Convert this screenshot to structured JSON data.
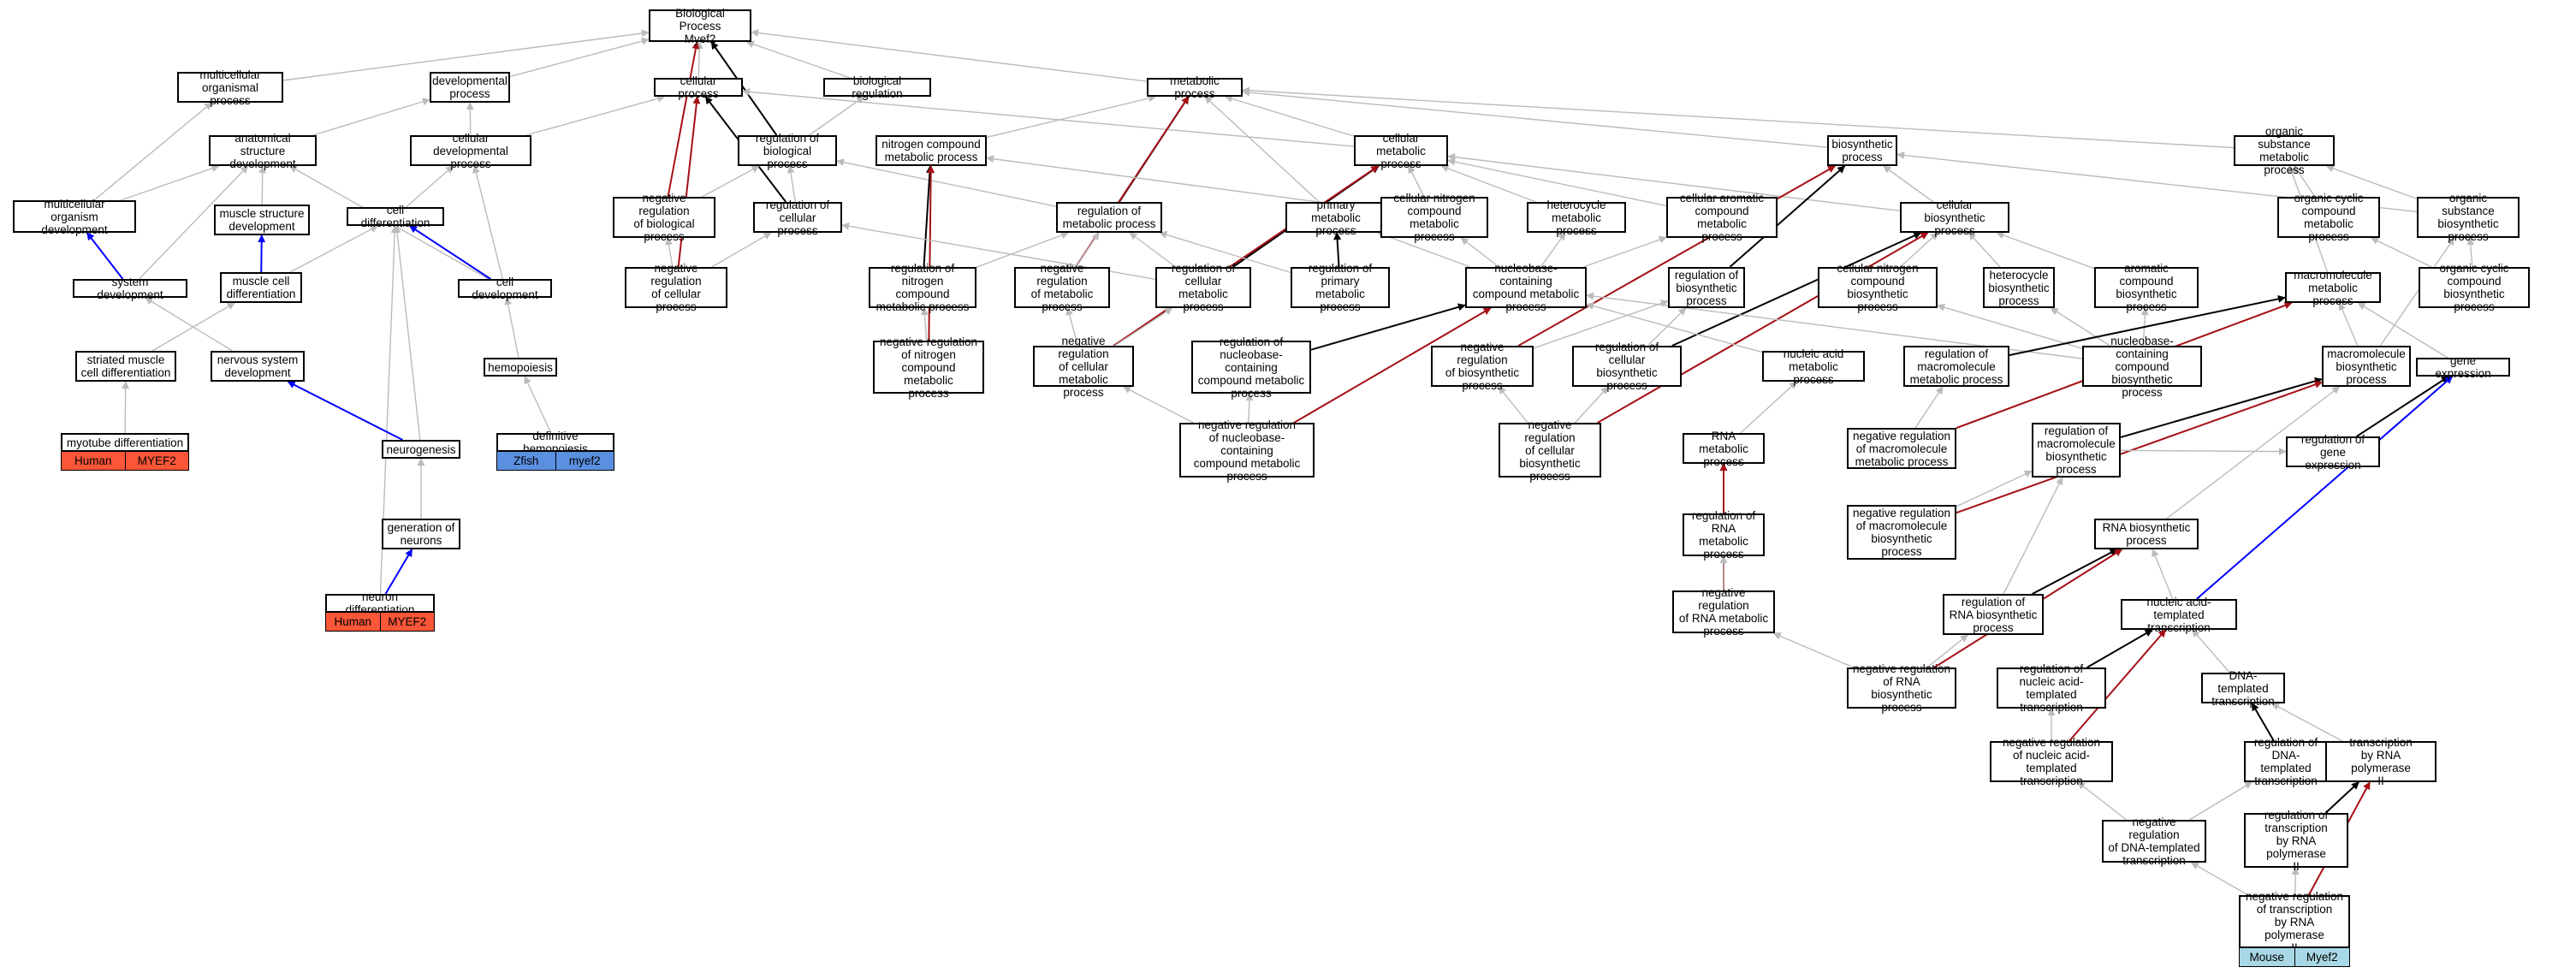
{
  "colors": {
    "is_a": "#bbbbbb",
    "part_of": "#000000",
    "neg_regulates": "#a50f15",
    "pos_regulates": "#0000ff",
    "human": "#fa5637",
    "mouse": "#a8d8e6",
    "zfish": "#5b8fe0"
  },
  "nodes": [
    {
      "id": "bp",
      "label": "Biological Process\nMyef2"
    },
    {
      "id": "mop",
      "label": "multicellular\norganismal process"
    },
    {
      "id": "devp",
      "label": "developmental\nprocess"
    },
    {
      "id": "cellp",
      "label": "cellular process"
    },
    {
      "id": "bioreg",
      "label": "biological regulation"
    },
    {
      "id": "metp",
      "label": "metabolic process"
    },
    {
      "id": "asd",
      "label": "anatomical structure\ndevelopment"
    },
    {
      "id": "cdp",
      "label": "cellular developmental\nprocess"
    },
    {
      "id": "regbp",
      "label": "regulation of\nbiological process"
    },
    {
      "id": "ncmp",
      "label": "nitrogen compound\nmetabolic process"
    },
    {
      "id": "cmp",
      "label": "cellular metabolic\nprocess"
    },
    {
      "id": "biosyn",
      "label": "biosynthetic\nprocess"
    },
    {
      "id": "osmp",
      "label": "organic substance\nmetabolic process"
    },
    {
      "id": "mod",
      "label": "multicellular\norganism development"
    },
    {
      "id": "msd",
      "label": "muscle structure\ndevelopment"
    },
    {
      "id": "celldiff",
      "label": "cell differentiation"
    },
    {
      "id": "nrbp",
      "label": "negative regulation\nof biological\nprocess"
    },
    {
      "id": "regcp",
      "label": "regulation of\ncellular process"
    },
    {
      "id": "regmp",
      "label": "regulation of\nmetabolic process"
    },
    {
      "id": "pmp",
      "label": "primary metabolic\nprocess"
    },
    {
      "id": "cncmp",
      "label": "cellular nitrogen\ncompound metabolic\nprocess"
    },
    {
      "id": "hmp",
      "label": "heterocycle\nmetabolic process"
    },
    {
      "id": "cacmp",
      "label": "cellular aromatic\ncompound metabolic\nprocess"
    },
    {
      "id": "cbp",
      "label": "cellular biosynthetic\nprocess"
    },
    {
      "id": "occmp",
      "label": "organic cyclic\ncompound metabolic\nprocess"
    },
    {
      "id": "osbp",
      "label": "organic substance\nbiosynthetic\nprocess"
    },
    {
      "id": "sysdev",
      "label": "system development"
    },
    {
      "id": "mcd",
      "label": "muscle cell\ndifferentiation"
    },
    {
      "id": "celldev",
      "label": "cell development"
    },
    {
      "id": "nrcp",
      "label": "negative regulation\nof cellular\nprocess"
    },
    {
      "id": "regncmp",
      "label": "regulation of\nnitrogen compound\nmetabolic process"
    },
    {
      "id": "nrmp",
      "label": "negative regulation\nof metabolic\nprocess"
    },
    {
      "id": "regcmp",
      "label": "regulation of\ncellular metabolic\nprocess"
    },
    {
      "id": "regpmp",
      "label": "regulation of\nprimary metabolic\nprocess"
    },
    {
      "id": "nbcmp",
      "label": "nucleobase-containing\ncompound metabolic\nprocess"
    },
    {
      "id": "regbiosyn",
      "label": "regulation of\nbiosynthetic\nprocess"
    },
    {
      "id": "cncbp",
      "label": "cellular nitrogen\ncompound biosynthetic\nprocess"
    },
    {
      "id": "hbp",
      "label": "heterocycle\nbiosynthetic\nprocess"
    },
    {
      "id": "acbp",
      "label": "aromatic compound\nbiosynthetic\nprocess"
    },
    {
      "id": "macromp",
      "label": "macromolecule\nmetabolic process"
    },
    {
      "id": "occbp",
      "label": "organic cyclic\ncompound biosynthetic\nprocess"
    },
    {
      "id": "smcd",
      "label": "striated muscle\ncell differentiation"
    },
    {
      "id": "nsd",
      "label": "nervous system\ndevelopment"
    },
    {
      "id": "hemo",
      "label": "hemopoiesis"
    },
    {
      "id": "nrncmp",
      "label": "negative regulation\nof nitrogen\ncompound metabolic\nprocess"
    },
    {
      "id": "nrcmp",
      "label": "negative regulation\nof cellular\nmetabolic process"
    },
    {
      "id": "regnbcmp",
      "label": "regulation of\nnucleobase-containing\ncompound metabolic\nprocess"
    },
    {
      "id": "nrbiosyn",
      "label": "negative regulation\nof biosynthetic\nprocess"
    },
    {
      "id": "regcbp",
      "label": "regulation of\ncellular biosynthetic\nprocess"
    },
    {
      "id": "namp",
      "label": "nucleic acid\nmetabolic process"
    },
    {
      "id": "regmacromp",
      "label": "regulation of\nmacromolecule\nmetabolic process"
    },
    {
      "id": "nbcbp",
      "label": "nucleobase-containing\ncompound biosynthetic\nprocess"
    },
    {
      "id": "macrobp",
      "label": "macromolecule\nbiosynthetic\nprocess"
    },
    {
      "id": "geneexp",
      "label": "gene expression"
    },
    {
      "id": "myotube",
      "label": "myotube differentiation"
    },
    {
      "id": "neurogen",
      "label": "neurogenesis"
    },
    {
      "id": "defhemo",
      "label": "definitive hemopoiesis"
    },
    {
      "id": "nrnbcmp",
      "label": "negative regulation\nof nucleobase-containing\ncompound metabolic\nprocess"
    },
    {
      "id": "nrcbp",
      "label": "negative regulation\nof cellular\nbiosynthetic\nprocess"
    },
    {
      "id": "rnamp",
      "label": "RNA metabolic\nprocess"
    },
    {
      "id": "nrmacromp",
      "label": "negative regulation\nof macromolecule\nmetabolic process"
    },
    {
      "id": "regmacrobp",
      "label": "regulation of\nmacromolecule\nbiosynthetic\nprocess"
    },
    {
      "id": "reggeneexp",
      "label": "regulation of\ngene expression"
    },
    {
      "id": "genneur",
      "label": "generation of\nneurons"
    },
    {
      "id": "regrnamp",
      "label": "regulation of\nRNA metabolic\nprocess"
    },
    {
      "id": "nrmacrobp",
      "label": "negative regulation\nof macromolecule\nbiosynthetic\nprocess"
    },
    {
      "id": "rnabp",
      "label": "RNA biosynthetic\nprocess"
    },
    {
      "id": "neurdiff",
      "label": "neuron differentiation"
    },
    {
      "id": "nrrnamp",
      "label": "negative regulation\nof RNA metabolic\nprocess"
    },
    {
      "id": "regrnabp",
      "label": "regulation of\nRNA biosynthetic\nprocess"
    },
    {
      "id": "natt",
      "label": "nucleic acid-templated\ntranscription"
    },
    {
      "id": "nrrnabp",
      "label": "negative regulation\nof RNA biosynthetic\nprocess"
    },
    {
      "id": "regnatt",
      "label": "regulation of\nnucleic acid-templated\ntranscription"
    },
    {
      "id": "dtt",
      "label": "DNA-templated\ntranscription"
    },
    {
      "id": "nrnatt",
      "label": "negative regulation\nof nucleic acid-templated\ntranscription"
    },
    {
      "id": "regdtt",
      "label": "regulation of\nDNA-templated\ntranscription"
    },
    {
      "id": "tpol2",
      "label": "transcription\nby RNA polymerase\nII"
    },
    {
      "id": "nrdtt",
      "label": "negative regulation\nof DNA-templated\ntranscription"
    },
    {
      "id": "regtpol2",
      "label": "regulation of\ntranscription\nby RNA polymerase\nII"
    },
    {
      "id": "nrtpol2",
      "label": "negative regulation\nof transcription\nby RNA polymerase\nII"
    }
  ],
  "annotations": [
    {
      "node": "myotube",
      "cells": [
        {
          "text": "Human",
          "color": "human"
        },
        {
          "text": "MYEF2",
          "color": "human"
        }
      ]
    },
    {
      "node": "neurdiff",
      "cells": [
        {
          "text": "Human",
          "color": "human"
        },
        {
          "text": "MYEF2",
          "color": "human"
        }
      ]
    },
    {
      "node": "defhemo",
      "cells": [
        {
          "text": "Zfish",
          "color": "zfish"
        },
        {
          "text": "myef2",
          "color": "zfish"
        }
      ]
    },
    {
      "node": "nrtpol2",
      "cells": [
        {
          "text": "Mouse",
          "color": "mouse"
        },
        {
          "text": "Myef2",
          "color": "mouse"
        }
      ]
    }
  ],
  "edges": [
    {
      "from": "mop",
      "to": "bp",
      "type": "is_a"
    },
    {
      "from": "devp",
      "to": "bp",
      "type": "is_a"
    },
    {
      "from": "cellp",
      "to": "bp",
      "type": "is_a"
    },
    {
      "from": "bioreg",
      "to": "bp",
      "type": "is_a"
    },
    {
      "from": "metp",
      "to": "bp",
      "type": "is_a"
    },
    {
      "from": "regbp",
      "to": "bp",
      "type": "part_of"
    },
    {
      "from": "nrbp",
      "to": "bp",
      "type": "neg_regulates"
    },
    {
      "from": "regbp",
      "to": "bioreg",
      "type": "is_a"
    },
    {
      "from": "asd",
      "to": "devp",
      "type": "is_a"
    },
    {
      "from": "cdp",
      "to": "devp",
      "type": "is_a"
    },
    {
      "from": "cdp",
      "to": "cellp",
      "type": "is_a"
    },
    {
      "from": "regcp",
      "to": "cellp",
      "type": "part_of"
    },
    {
      "from": "nrcp",
      "to": "cellp",
      "type": "neg_regulates"
    },
    {
      "from": "cmp",
      "to": "cellp",
      "type": "is_a"
    },
    {
      "from": "regmp",
      "to": "metp",
      "type": "part_of"
    },
    {
      "from": "nrmp",
      "to": "metp",
      "type": "neg_regulates"
    },
    {
      "from": "ncmp",
      "to": "metp",
      "type": "is_a"
    },
    {
      "from": "cmp",
      "to": "metp",
      "type": "is_a"
    },
    {
      "from": "pmp",
      "to": "metp",
      "type": "is_a"
    },
    {
      "from": "biosyn",
      "to": "metp",
      "type": "is_a"
    },
    {
      "from": "osmp",
      "to": "metp",
      "type": "is_a"
    },
    {
      "from": "mod",
      "to": "mop",
      "type": "is_a"
    },
    {
      "from": "mod",
      "to": "asd",
      "type": "is_a"
    },
    {
      "from": "msd",
      "to": "asd",
      "type": "is_a"
    },
    {
      "from": "sysdev",
      "to": "asd",
      "type": "is_a"
    },
    {
      "from": "celldev",
      "to": "asd",
      "type": "is_a"
    },
    {
      "from": "celldiff",
      "to": "cdp",
      "type": "is_a"
    },
    {
      "from": "celldev",
      "to": "cdp",
      "type": "is_a"
    },
    {
      "from": "nrbp",
      "to": "regbp",
      "type": "is_a"
    },
    {
      "from": "regcp",
      "to": "regbp",
      "type": "is_a"
    },
    {
      "from": "regmp",
      "to": "regbp",
      "type": "is_a"
    },
    {
      "from": "regncmp",
      "to": "ncmp",
      "type": "part_of"
    },
    {
      "from": "nrncmp",
      "to": "ncmp",
      "type": "neg_regulates"
    },
    {
      "from": "cncmp",
      "to": "ncmp",
      "type": "is_a"
    },
    {
      "from": "regcmp",
      "to": "cmp",
      "type": "part_of"
    },
    {
      "from": "nrcmp",
      "to": "cmp",
      "type": "neg_regulates"
    },
    {
      "from": "cncmp",
      "to": "cmp",
      "type": "is_a"
    },
    {
      "from": "hmp",
      "to": "cmp",
      "type": "is_a"
    },
    {
      "from": "cacmp",
      "to": "cmp",
      "type": "is_a"
    },
    {
      "from": "cbp",
      "to": "cmp",
      "type": "is_a"
    },
    {
      "from": "regbiosyn",
      "to": "biosyn",
      "type": "part_of"
    },
    {
      "from": "nrbiosyn",
      "to": "biosyn",
      "type": "neg_regulates"
    },
    {
      "from": "cbp",
      "to": "biosyn",
      "type": "is_a"
    },
    {
      "from": "osbp",
      "to": "biosyn",
      "type": "is_a"
    },
    {
      "from": "occmp",
      "to": "osmp",
      "type": "is_a"
    },
    {
      "from": "osbp",
      "to": "osmp",
      "type": "is_a"
    },
    {
      "from": "macromp",
      "to": "osmp",
      "type": "is_a"
    },
    {
      "from": "sysdev",
      "to": "mod",
      "type": "pos_regulates"
    },
    {
      "from": "mcd",
      "to": "msd",
      "type": "pos_regulates"
    },
    {
      "from": "mcd",
      "to": "celldiff",
      "type": "is_a"
    },
    {
      "from": "celldev",
      "to": "celldiff",
      "type": "pos_regulates"
    },
    {
      "from": "neurogen",
      "to": "celldiff",
      "type": "is_a"
    },
    {
      "from": "neurdiff",
      "to": "celldiff",
      "type": "is_a"
    },
    {
      "from": "nrcp",
      "to": "nrbp",
      "type": "is_a"
    },
    {
      "from": "nrcp",
      "to": "regcp",
      "type": "is_a"
    },
    {
      "from": "regcmp",
      "to": "regcp",
      "type": "is_a"
    },
    {
      "from": "regncmp",
      "to": "regmp",
      "type": "is_a"
    },
    {
      "from": "nrmp",
      "to": "regmp",
      "type": "is_a"
    },
    {
      "from": "regcmp",
      "to": "regmp",
      "type": "is_a"
    },
    {
      "from": "regpmp",
      "to": "regmp",
      "type": "is_a"
    },
    {
      "from": "regpmp",
      "to": "pmp",
      "type": "part_of"
    },
    {
      "from": "nbcmp",
      "to": "pmp",
      "type": "is_a"
    },
    {
      "from": "nbcmp",
      "to": "cncmp",
      "type": "is_a"
    },
    {
      "from": "nbcmp",
      "to": "hmp",
      "type": "is_a"
    },
    {
      "from": "nbcmp",
      "to": "cacmp",
      "type": "is_a"
    },
    {
      "from": "regcbp",
      "to": "cbp",
      "type": "part_of"
    },
    {
      "from": "nrcbp",
      "to": "cbp",
      "type": "neg_regulates"
    },
    {
      "from": "cncbp",
      "to": "cbp",
      "type": "is_a"
    },
    {
      "from": "hbp",
      "to": "cbp",
      "type": "is_a"
    },
    {
      "from": "acbp",
      "to": "cbp",
      "type": "is_a"
    },
    {
      "from": "occbp",
      "to": "occmp",
      "type": "is_a"
    },
    {
      "from": "occbp",
      "to": "osbp",
      "type": "is_a"
    },
    {
      "from": "macrobp",
      "to": "osbp",
      "type": "is_a"
    },
    {
      "from": "smcd",
      "to": "mcd",
      "type": "is_a"
    },
    {
      "from": "nsd",
      "to": "sysdev",
      "type": "is_a"
    },
    {
      "from": "hemo",
      "to": "celldev",
      "type": "is_a"
    },
    {
      "from": "nrncmp",
      "to": "regncmp",
      "type": "is_a"
    },
    {
      "from": "nrcmp",
      "to": "nrmp",
      "type": "is_a"
    },
    {
      "from": "nrcmp",
      "to": "regcmp",
      "type": "is_a"
    },
    {
      "from": "regnbcmp",
      "to": "nbcmp",
      "type": "part_of"
    },
    {
      "from": "nrnbcmp",
      "to": "nbcmp",
      "type": "neg_regulates"
    },
    {
      "from": "namp",
      "to": "nbcmp",
      "type": "is_a"
    },
    {
      "from": "nbcbp",
      "to": "nbcmp",
      "type": "is_a"
    },
    {
      "from": "nrbiosyn",
      "to": "regbiosyn",
      "type": "is_a"
    },
    {
      "from": "regcbp",
      "to": "regbiosyn",
      "type": "is_a"
    },
    {
      "from": "nbcbp",
      "to": "cncbp",
      "type": "is_a"
    },
    {
      "from": "nbcbp",
      "to": "hbp",
      "type": "is_a"
    },
    {
      "from": "nbcbp",
      "to": "acbp",
      "type": "is_a"
    },
    {
      "from": "regmacromp",
      "to": "macromp",
      "type": "part_of"
    },
    {
      "from": "nrmacromp",
      "to": "macromp",
      "type": "neg_regulates"
    },
    {
      "from": "macrobp",
      "to": "macromp",
      "type": "is_a"
    },
    {
      "from": "geneexp",
      "to": "macromp",
      "type": "is_a"
    },
    {
      "from": "myotube",
      "to": "smcd",
      "type": "is_a"
    },
    {
      "from": "neurogen",
      "to": "nsd",
      "type": "pos_regulates"
    },
    {
      "from": "defhemo",
      "to": "hemo",
      "type": "is_a"
    },
    {
      "from": "nrnbcmp",
      "to": "nrcmp",
      "type": "is_a"
    },
    {
      "from": "nrnbcmp",
      "to": "regnbcmp",
      "type": "is_a"
    },
    {
      "from": "nrcbp",
      "to": "nrbiosyn",
      "type": "is_a"
    },
    {
      "from": "nrcbp",
      "to": "regcbp",
      "type": "is_a"
    },
    {
      "from": "rnamp",
      "to": "namp",
      "type": "is_a"
    },
    {
      "from": "nrmacromp",
      "to": "regmacromp",
      "type": "is_a"
    },
    {
      "from": "regmacrobp",
      "to": "macrobp",
      "type": "part_of"
    },
    {
      "from": "nrmacrobp",
      "to": "macrobp",
      "type": "neg_regulates"
    },
    {
      "from": "reggeneexp",
      "to": "geneexp",
      "type": "part_of"
    },
    {
      "from": "natt",
      "to": "geneexp",
      "type": "pos_regulates"
    },
    {
      "from": "genneur",
      "to": "neurogen",
      "type": "is_a"
    },
    {
      "from": "neurdiff",
      "to": "genneur",
      "type": "pos_regulates"
    },
    {
      "from": "regrnamp",
      "to": "rnamp",
      "type": "part_of"
    },
    {
      "from": "nrrnamp",
      "to": "rnamp",
      "type": "neg_regulates"
    },
    {
      "from": "nrmacrobp",
      "to": "regmacrobp",
      "type": "is_a"
    },
    {
      "from": "regrnabp",
      "to": "regmacrobp",
      "type": "is_a"
    },
    {
      "from": "regmacrobp",
      "to": "reggeneexp",
      "type": "is_a"
    },
    {
      "from": "nrrnamp",
      "to": "regrnamp",
      "type": "is_a"
    },
    {
      "from": "rnabp",
      "to": "macrobp",
      "type": "is_a"
    },
    {
      "from": "regrnabp",
      "to": "rnabp",
      "type": "part_of"
    },
    {
      "from": "nrrnabp",
      "to": "rnabp",
      "type": "neg_regulates"
    },
    {
      "from": "natt",
      "to": "rnabp",
      "type": "is_a"
    },
    {
      "from": "nrrnabp",
      "to": "nrrnamp",
      "type": "is_a"
    },
    {
      "from": "nrrnabp",
      "to": "regrnabp",
      "type": "is_a"
    },
    {
      "from": "regnatt",
      "to": "natt",
      "type": "part_of"
    },
    {
      "from": "nrnatt",
      "to": "natt",
      "type": "neg_regulates"
    },
    {
      "from": "dtt",
      "to": "natt",
      "type": "is_a"
    },
    {
      "from": "nrnatt",
      "to": "regnatt",
      "type": "is_a"
    },
    {
      "from": "regdtt",
      "to": "dtt",
      "type": "part_of"
    },
    {
      "from": "tpol2",
      "to": "dtt",
      "type": "is_a"
    },
    {
      "from": "nrdtt",
      "to": "nrnatt",
      "type": "is_a"
    },
    {
      "from": "nrdtt",
      "to": "regdtt",
      "type": "is_a"
    },
    {
      "from": "regtpol2",
      "to": "tpol2",
      "type": "part_of"
    },
    {
      "from": "nrtpol2",
      "to": "tpol2",
      "type": "neg_regulates"
    },
    {
      "from": "nrtpol2",
      "to": "nrdtt",
      "type": "is_a"
    },
    {
      "from": "nrtpol2",
      "to": "regtpol2",
      "type": "is_a"
    }
  ]
}
